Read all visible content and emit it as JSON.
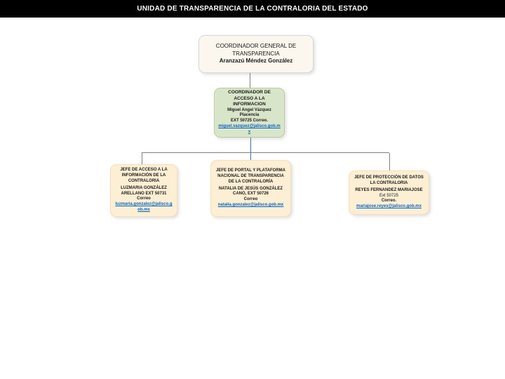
{
  "window": {
    "title": "UNIDAD DE TRANSPARENCIA DE LA CONTRALORIA DEL ESTADO"
  },
  "colors": {
    "title_bar_bg": "#000000",
    "title_text": "#ffffff",
    "root_fill": "#fbf7ee",
    "root_border": "#d9d9d9",
    "coordinator_fill": "#d9e5c9",
    "coordinator_border": "#b9cfa0",
    "child_fill": "#fdefd4",
    "child_border": "#f4e0ba",
    "connector_gray": "#808080",
    "connector_blue": "#41719c",
    "link_color": "#0563c1"
  },
  "org_chart": {
    "root": {
      "role": "COORDINADOR GENERAL DE TRANSPARENCIA",
      "person": "Aranzazú Méndez González"
    },
    "coordinator": {
      "role": "COORDINADOR DE ACCESO A LA INFORMACION",
      "person": "Miguel Angel Vázquez Placencia",
      "contact": "EXT 50725 Correo.",
      "email": "miguel.vazquez@jalisco.gob.mx"
    },
    "children": [
      {
        "role": "JEFE DE ACCESO A LA INFORMACIÓN DE LA CONTRALORIA",
        "person": "LUZMARIA GONZÁLEZ ARELLANO EXT 50731",
        "contact": "Correo",
        "email": "luzmaria.gonzalez@jalisco.gob.mx"
      },
      {
        "role": "JEFE DE PORTAL Y PLATAFORMA NACIONAL DE TRANSPARENCIA DE LA CONTRALORÍA",
        "person": "NATALIA DE JESÚS GONZÁLEZ CANO, EXT 50726",
        "contact": "Correo",
        "email": "natalia.gonzalez@jalisco.gob.mx"
      },
      {
        "role": "JEFE DE PROTECCIÓN DE DATOS LA CONTRALORIA",
        "person": "REYES FERNANDEZ MARIAJOSE",
        "ext": "Ext 50725",
        "contact": "Correo.",
        "email": "mariajose.reyes@jalisco.gob.mx"
      }
    ]
  }
}
